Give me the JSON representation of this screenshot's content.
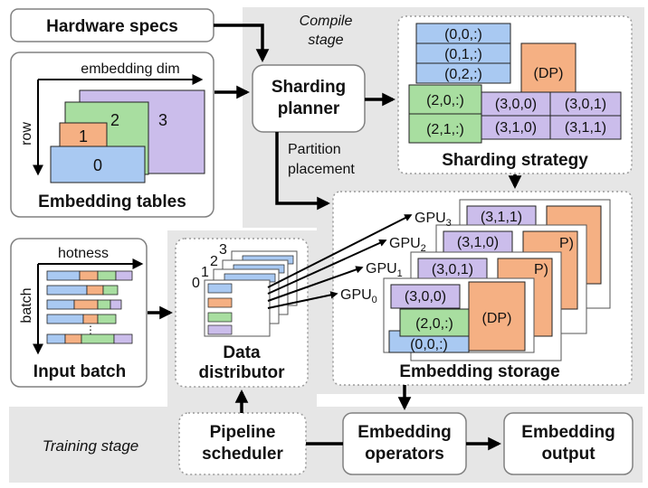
{
  "colors": {
    "panel": "#e6e6e6",
    "blue": "#a9c9f2",
    "green": "#a8dea0",
    "orange": "#f5b083",
    "purple": "#cbbdeb",
    "box_border": "#808080",
    "dotted_border": "#9a9a9a",
    "arrow": "#000000"
  },
  "stages": {
    "compile": [
      "Compile",
      "stage"
    ],
    "training": "Training stage"
  },
  "boxes": {
    "hardware_specs": "Hardware specs",
    "embedding_tables": "Embedding tables",
    "sharding_planner": [
      "Sharding",
      "planner"
    ],
    "sharding_strategy": "Sharding strategy",
    "input_batch": "Input batch",
    "data_distributor": [
      "Data",
      "distributor"
    ],
    "embedding_storage": "Embedding storage",
    "pipeline_scheduler": [
      "Pipeline",
      "scheduler"
    ],
    "embedding_operators": [
      "Embedding",
      "operators"
    ],
    "embedding_output": [
      "Embedding",
      "output"
    ]
  },
  "labels": {
    "embedding_dim": "embedding dim",
    "row": "row",
    "hotness": "hotness",
    "batch": "batch",
    "partition_placement": [
      "Partition",
      "placement"
    ],
    "table_numbers": [
      "0",
      "1",
      "2",
      "3"
    ],
    "distributor_numbers": [
      "0",
      "1",
      "2",
      "3"
    ],
    "ellipsis": "⋮"
  },
  "strategy": {
    "blue": [
      "(0,0,:)",
      "(0,1,:)",
      "(0,2,:)"
    ],
    "green": [
      "(2,0,:)",
      "(2,1,:)"
    ],
    "purple": [
      "(3,0,0)",
      "(3,0,1)",
      "(3,1,0)",
      "(3,1,1)"
    ],
    "dp": "(DP)"
  },
  "gpus": [
    {
      "base": "GPU",
      "sub": "3",
      "shard": "(3,1,1)"
    },
    {
      "base": "GPU",
      "sub": "2",
      "shard": "(3,1,0)"
    },
    {
      "base": "GPU",
      "sub": "1",
      "shard": "(3,0,1)"
    },
    {
      "base": "GPU",
      "sub": "0",
      "shard": "(3,0,0)"
    }
  ],
  "gpu0_detail": {
    "green": "(2,0,:)",
    "blue": "(0,0,:)",
    "dp": "(DP)",
    "dp_partial": "P)"
  }
}
